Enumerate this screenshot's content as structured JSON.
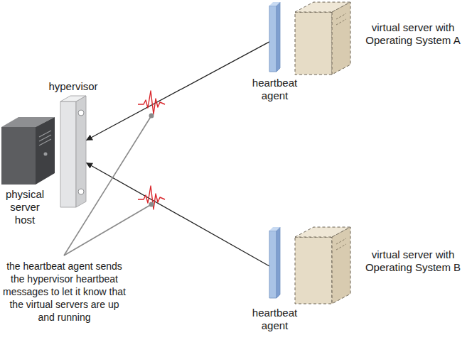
{
  "diagram": {
    "nodes": [
      {
        "text": [
          "virtual server with Operating System A"
        ]
      },
      {
        "text": [
          "heartbeat agent"
        ]
      },
      {
        "text": [
          "hypervisor"
        ]
      },
      {
        "text": [
          "physical server host"
        ]
      },
      {
        "text": [
          "virtual server with Operating System B"
        ]
      },
      {
        "text": [
          "heartbeat agent"
        ]
      }
    ],
    "edges": [
      {
        "from": 1,
        "to": 2,
        "arrow": "to"
      },
      {
        "from": 5,
        "to": 2,
        "arrow": "to"
      }
    ],
    "labels": [
      "the heartbeat agent sends the hypervisor heartbeat messages to let it know that the virtual servers are up and running"
    ]
  }
}
